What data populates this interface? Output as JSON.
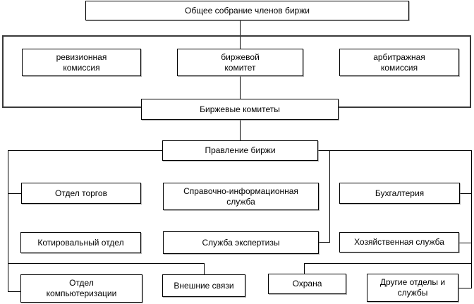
{
  "diagram": {
    "type": "org-chart",
    "language": "ru",
    "nodes": {
      "general_meeting": {
        "label": "Общее собрание членов биржи"
      },
      "audit_commission": {
        "label": "ревизионная\nкомиссия"
      },
      "exchange_committee": {
        "label": "биржевой\nкомитет"
      },
      "arbitration_commission": {
        "label": "арбитражная\nкомиссия"
      },
      "exchange_committees": {
        "label": "Биржевые комитеты"
      },
      "exchange_board": {
        "label": "Правление биржи"
      },
      "trading_department": {
        "label": "Отдел торгов"
      },
      "info_service": {
        "label": "Справочно-информационная\nслужба"
      },
      "accounting": {
        "label": "Бухгалтерия"
      },
      "quotation_department": {
        "label": "Котировальный отдел"
      },
      "expertise_service": {
        "label": "Служба экспертизы"
      },
      "household_service": {
        "label": "Хозяйственная служба"
      },
      "computerization_department": {
        "label": "Отдел\nкомпьютеризации"
      },
      "external_relations": {
        "label": "Внешние связи"
      },
      "security": {
        "label": "Охрана"
      },
      "other_departments": {
        "label": "Другие отделы и\nслужбы"
      }
    },
    "colors": {
      "box_border": "#000000",
      "box_background": "#ffffff",
      "frame_border": "#3a3a3a",
      "connector": "#000000",
      "text": "#000000",
      "page_background": "#ffffff"
    }
  }
}
